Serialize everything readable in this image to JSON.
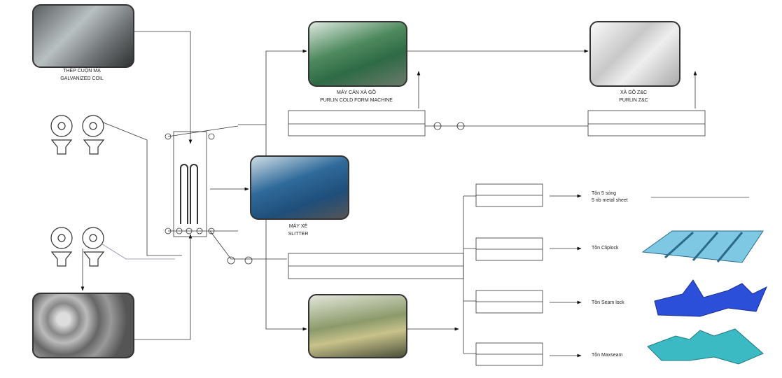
{
  "nodes": {
    "galvanized_coil": {
      "title": "THÉP CUỘN MẠ",
      "subtitle": "GALVANIZED COIL"
    },
    "purlin_machine": {
      "title": "MÁY CÁN XÀ GỒ",
      "subtitle": "PURLIN COLD FORM MACHINE"
    },
    "purlin_zc": {
      "title": "XÀ GỒ Z&C",
      "subtitle": "PURLIN Z&C"
    },
    "slitter": {
      "title": "MÁY XẺ",
      "subtitle": "SLITTER"
    }
  },
  "products": [
    {
      "title": "Tôn 5 sóng",
      "subtitle": "5 rib metal sheet"
    },
    {
      "title": "Tôn Cliplock",
      "subtitle": ""
    },
    {
      "title": "Tôn Seam lock",
      "subtitle": ""
    },
    {
      "title": "Tôn Maxseam",
      "subtitle": ""
    }
  ]
}
